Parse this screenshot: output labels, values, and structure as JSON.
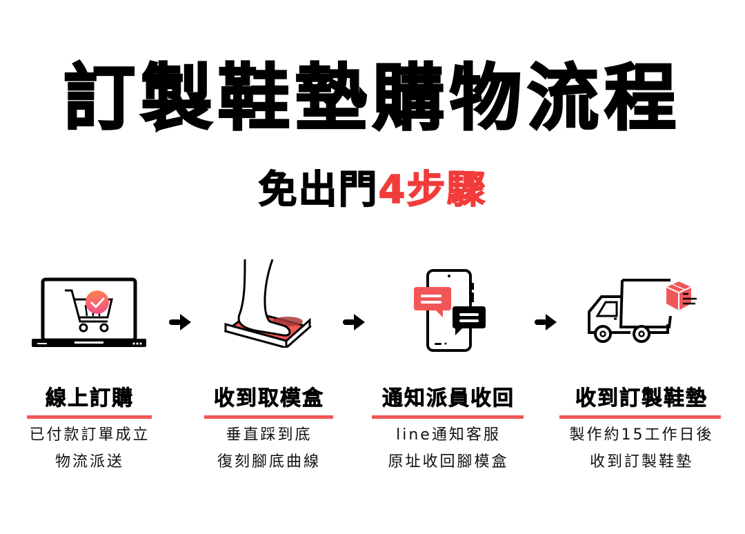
{
  "header": {
    "title": "訂製鞋墊購物流程",
    "subtitle_prefix": "免出門",
    "subtitle_accent": "4步驟"
  },
  "colors": {
    "accent_red": "#f23b3b",
    "underline_red": "#f25656",
    "icon_red": "#f25757",
    "text": "#000000",
    "background": "#ffffff"
  },
  "steps": [
    {
      "icon": "laptop-cart-check-icon",
      "title": "線上訂購",
      "desc_line1": "已付款訂單成立",
      "desc_line2": "物流派送"
    },
    {
      "icon": "foot-impression-box-icon",
      "title": "收到取模盒",
      "desc_line1": "垂直踩到底",
      "desc_line2": "復刻腳底曲線"
    },
    {
      "icon": "phone-chat-icon",
      "title": "通知派員收回",
      "desc_line1": "line通知客服",
      "desc_line2": "原址收回腳模盒"
    },
    {
      "icon": "delivery-truck-icon",
      "title": "收到訂製鞋墊",
      "desc_line1": "製作約15工作日後",
      "desc_line2": "收到訂製鞋墊"
    }
  ],
  "arrows": [
    "arrow-right-icon",
    "arrow-right-icon",
    "arrow-right-icon"
  ]
}
